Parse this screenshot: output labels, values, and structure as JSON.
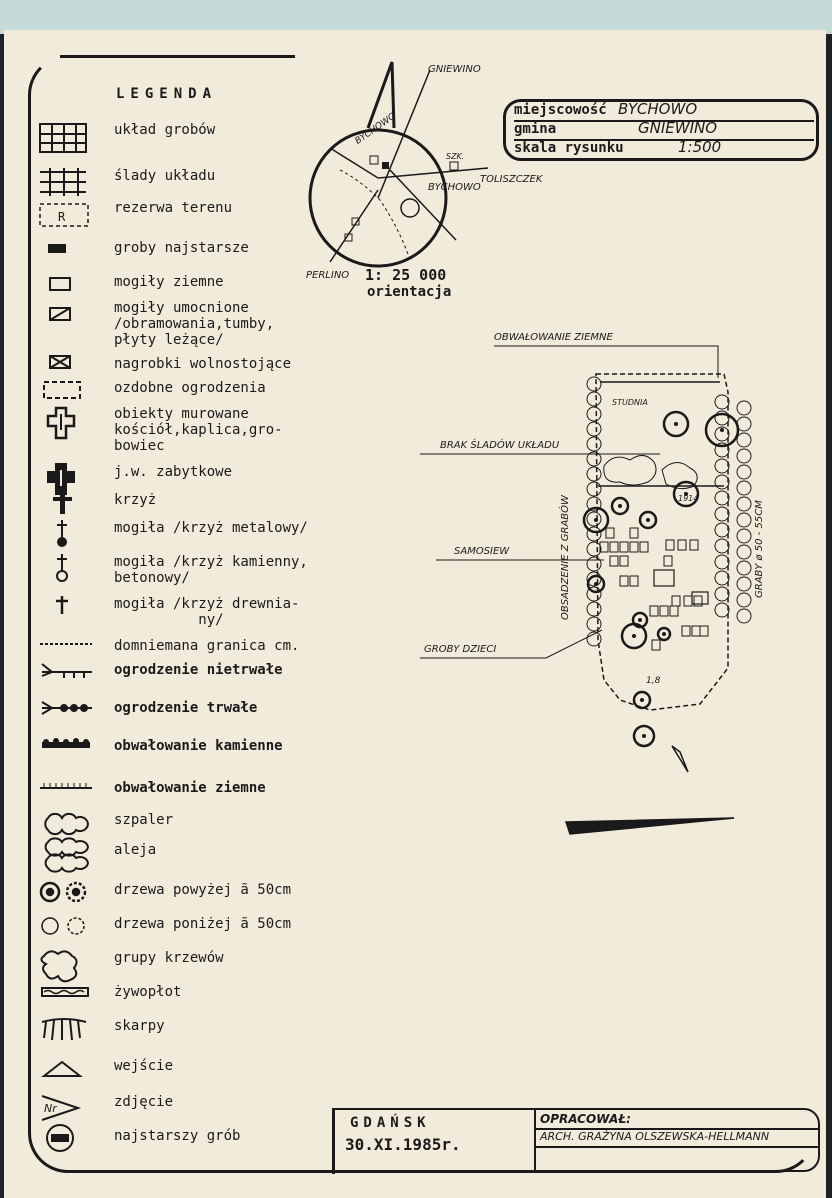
{
  "legend": {
    "title": "LEGENDA",
    "items": [
      {
        "icon": "grid-layout-icon",
        "text": "układ grobów"
      },
      {
        "icon": "grid-traces-icon",
        "text": "ślady układu"
      },
      {
        "icon": "reserve-R-icon",
        "text": "rezerwa terenu"
      },
      {
        "icon": "filled-rect-icon",
        "text": "groby najstarsze"
      },
      {
        "icon": "empty-rect-icon",
        "text": "mogiły ziemne"
      },
      {
        "icon": "slashed-rect-icon",
        "text": "mogiły umocnione\n/obramowania,tumby,\npłyty leżące/"
      },
      {
        "icon": "crossed-rect-icon",
        "text": "nagrobki wolnostojące"
      },
      {
        "icon": "dashed-rect-icon",
        "text": "ozdobne ogrodzenia"
      },
      {
        "icon": "church-outline-icon",
        "text": "obiekty murowane\nkościół,kaplica,gro-\nbowiec"
      },
      {
        "icon": "church-filled-icon",
        "text": "j.w. zabytkowe"
      },
      {
        "icon": "cross-icon",
        "text": "krzyż"
      },
      {
        "icon": "metal-cross-icon",
        "text": "mogiła /krzyż metalowy/"
      },
      {
        "icon": "stone-cross-icon",
        "text": "mogiła /krzyż kamienny,\nbetonowy/"
      },
      {
        "icon": "wooden-cross-icon",
        "text": "mogiła /krzyż drewnia-\n          ny/"
      },
      {
        "icon": "dashed-line-icon",
        "text": "domniemana granica cm."
      },
      {
        "icon": "temp-fence-icon",
        "text": "ogrodzenie nietrwałe"
      },
      {
        "icon": "perm-fence-icon",
        "text": "ogrodzenie trwałe"
      },
      {
        "icon": "stone-embankment-icon",
        "text": "obwałowanie kamienne"
      },
      {
        "icon": "earth-embankment-icon",
        "text": "obwałowanie ziemne"
      },
      {
        "icon": "hedge-row-icon",
        "text": "szpaler"
      },
      {
        "icon": "alley-icon",
        "text": "aleja"
      },
      {
        "icon": "big-trees-icon",
        "text": "drzewa powyżej ã 50cm"
      },
      {
        "icon": "small-trees-icon",
        "text": "drzewa poniżej ã 50cm"
      },
      {
        "icon": "shrubs-icon",
        "text": "grupy krzewów"
      },
      {
        "icon": "living-hedge-icon",
        "text": "żywopłot"
      },
      {
        "icon": "slopes-icon",
        "text": "skarpy"
      },
      {
        "icon": "entrance-icon",
        "text": "wejście"
      },
      {
        "icon": "photo-icon",
        "text": "zdjęcie"
      },
      {
        "icon": "oldest-grave-icon",
        "text": "najstarszy grób"
      }
    ]
  },
  "info": {
    "place_label": "miejscowość",
    "place_value": "BYCHOWO",
    "commune_label": "gmina",
    "commune_value": "GNIEWINO",
    "scale_label": "skala rysunku",
    "scale_value": "1:500"
  },
  "orientation": {
    "scale": "1: 25 000",
    "label": "orientacja",
    "north_town": "GNIEWINO",
    "east_town": "TOLISZCZEK",
    "southwest_town": "PERLINO",
    "village": "BYCHOWO",
    "road": "BYCHOWO",
    "school": "SZK."
  },
  "plan_labels": {
    "earth_embankment": "OBWAŁOWANIE ZIEMNE",
    "no_traces": "BRAK ŚLADÓW UKŁADU",
    "self_sown": "SAMOSIEW",
    "child_graves": "GROBY DZIECI",
    "grave_planting": "OBSADZENIE Z GRABÓW",
    "hornbeams": "GRABY ø 50 - 55CM",
    "well": "STUDNIA",
    "year": "1914",
    "height": "1,8"
  },
  "footer": {
    "city": "GDAŃSK",
    "date": "30.XI.1985r.",
    "prepared_label": "OPRACOWAŁ:",
    "author": "ARCH. GRAŻYNA OLSZEWSKA-HELLMANN"
  }
}
